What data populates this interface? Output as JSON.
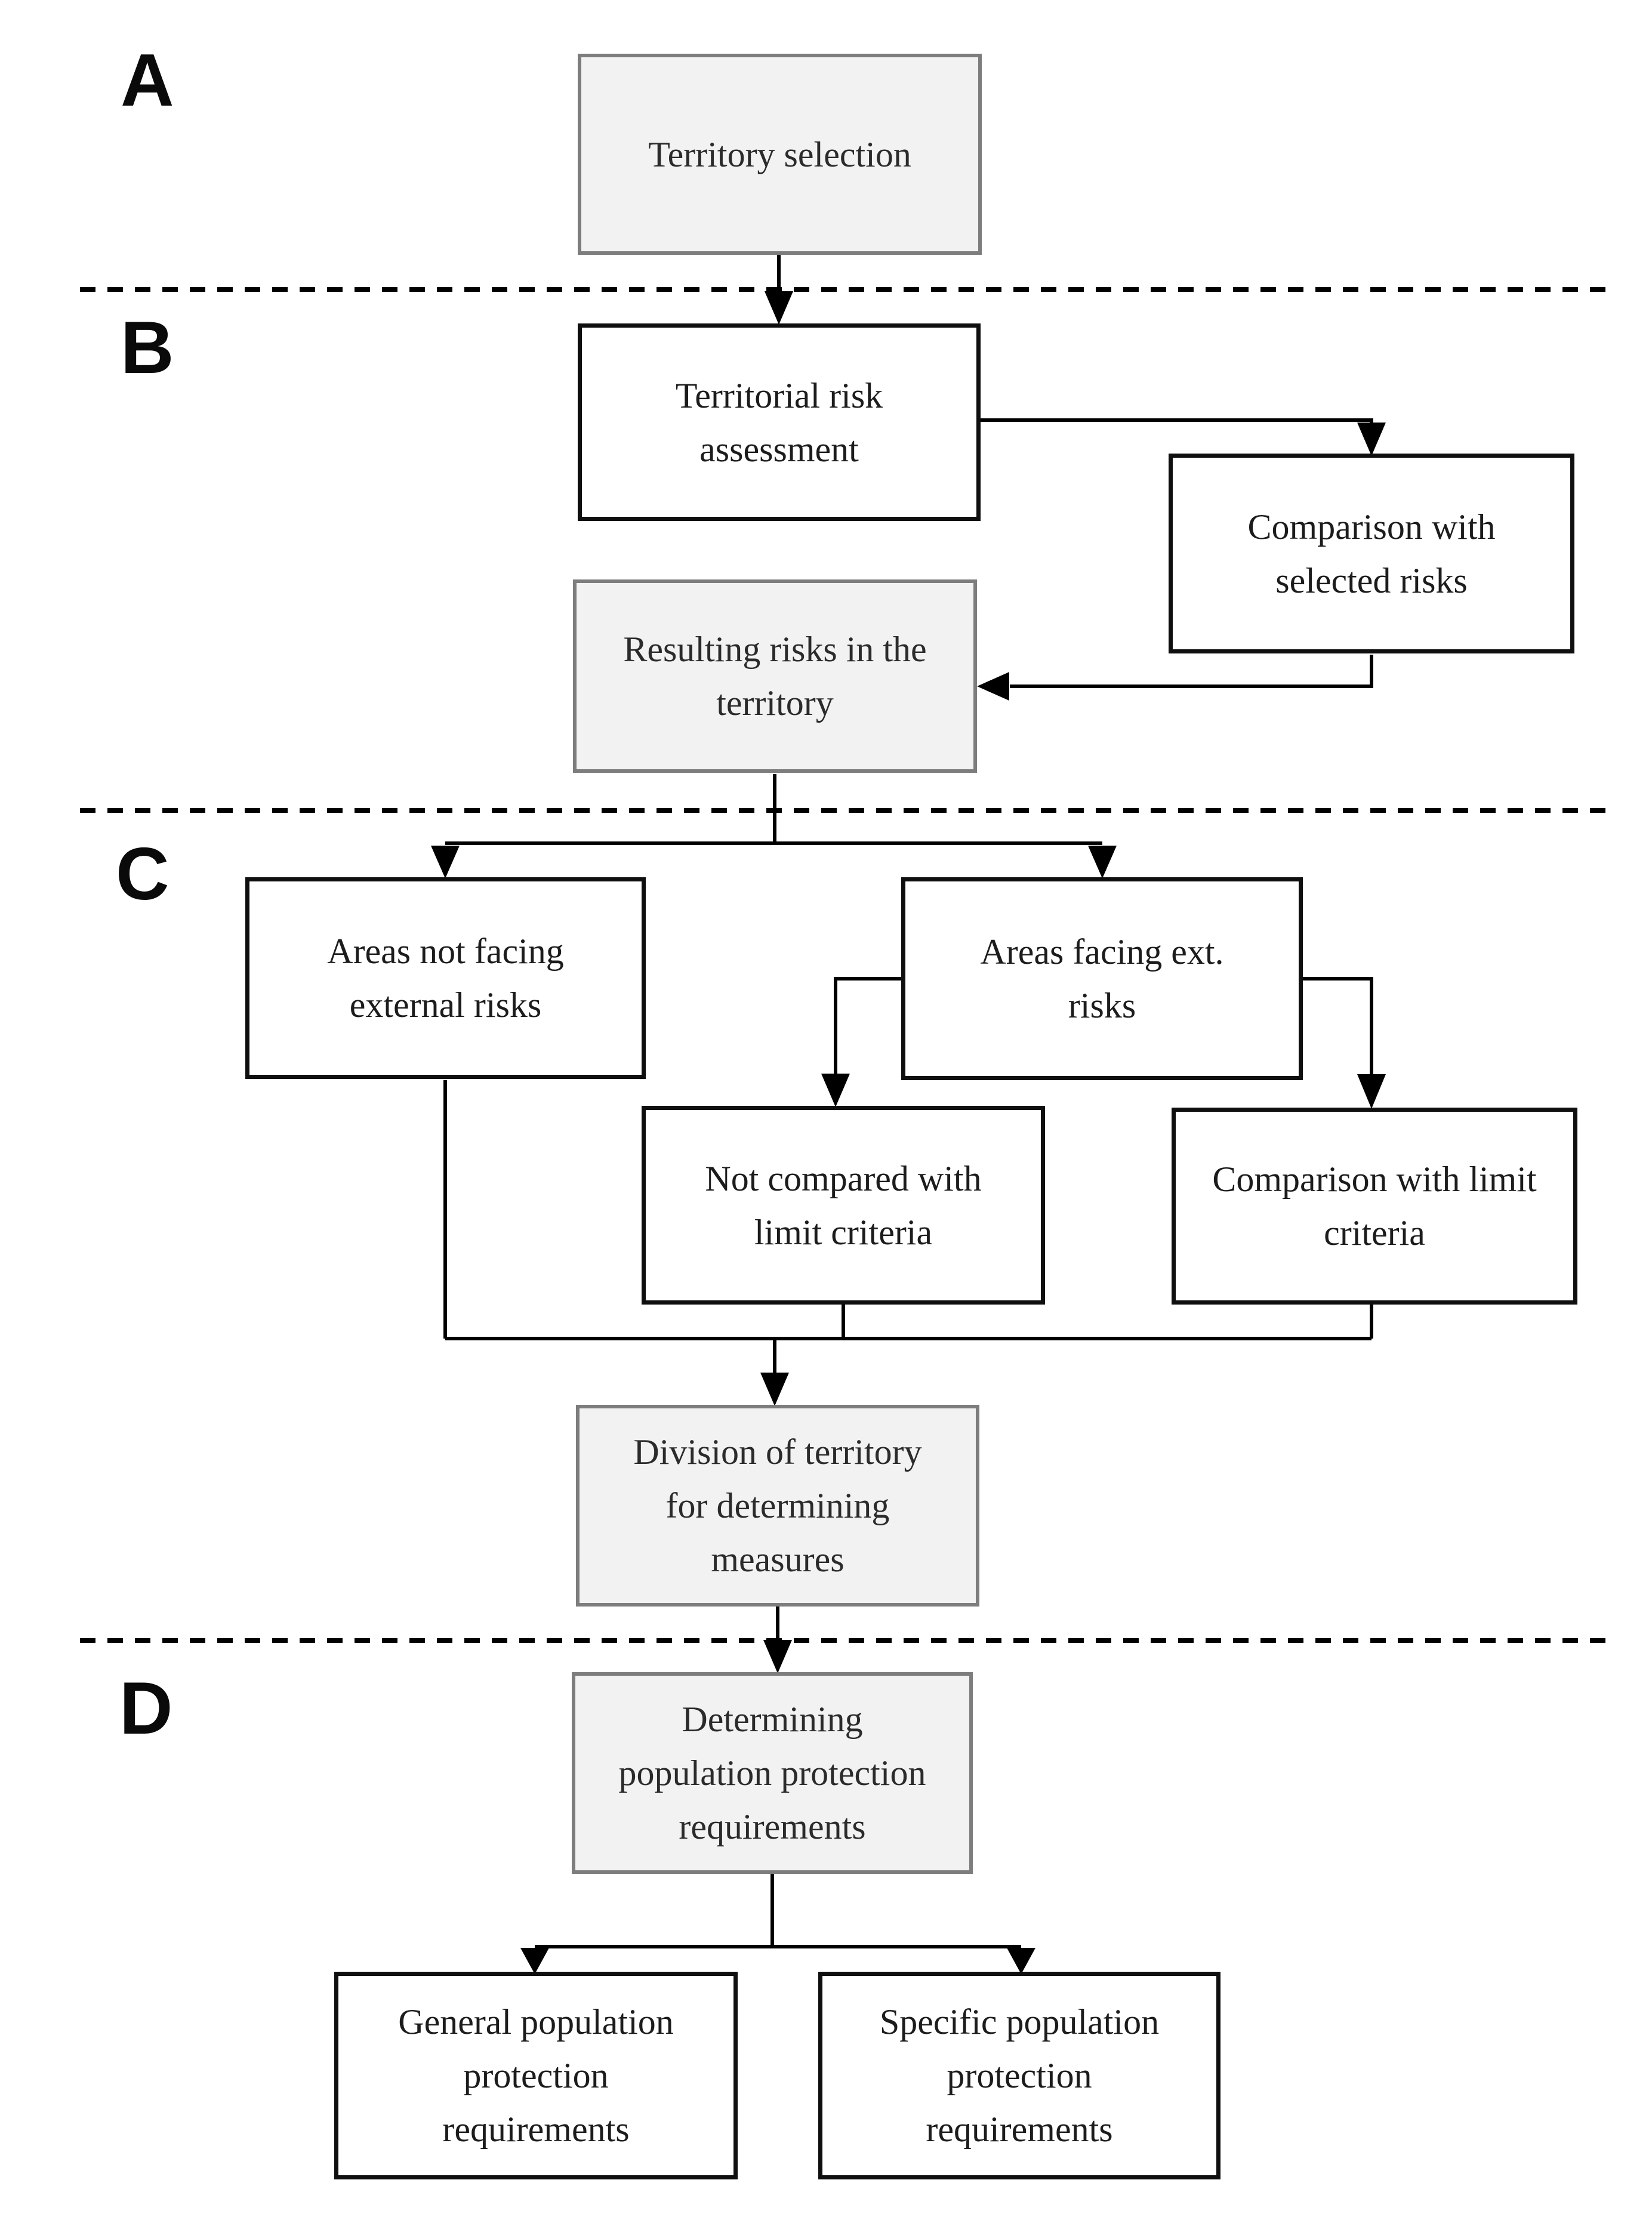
{
  "sections": {
    "a": "A",
    "b": "B",
    "c": "C",
    "d": "D"
  },
  "boxes": {
    "territory_selection": {
      "label": "Territory selection"
    },
    "territorial_risk": {
      "label": "Territorial risk\nassessment"
    },
    "comparison_selected": {
      "label": "Comparison with\nselected risks"
    },
    "resulting_risks": {
      "label": "Resulting risks in the\nterritory"
    },
    "areas_not_facing": {
      "label": "Areas not facing\nexternal risks"
    },
    "areas_facing": {
      "label": "Areas facing ext.\nrisks"
    },
    "not_compared": {
      "label": "Not compared with\nlimit criteria"
    },
    "comparison_limit": {
      "label": "Comparison with limit\ncriteria"
    },
    "division": {
      "label": "Division of territory\nfor determining\nmeasures"
    },
    "determining": {
      "label": "Determining\npopulation protection\nrequirements"
    },
    "general": {
      "label": "General population\nprotection\nrequirements"
    },
    "specific": {
      "label": "Specific population\nprotection\nrequirements"
    }
  },
  "colors": {
    "line": "#000000",
    "box_white_fill": "#ffffff",
    "box_white_border": "#0f0f0f",
    "box_grey_fill": "#f2f2f2",
    "box_grey_border": "#7d7d7d",
    "text": "#1c1c1c"
  }
}
